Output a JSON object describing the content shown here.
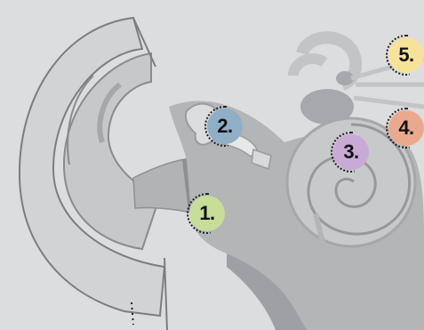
{
  "markers": [
    {
      "label": "1.",
      "color": "#c9dd9a"
    },
    {
      "label": "2.",
      "color": "#8fafc6"
    },
    {
      "label": "3.",
      "color": "#c9a9d6"
    },
    {
      "label": "4.",
      "color": "#eaa98e"
    },
    {
      "label": "5.",
      "color": "#f7e29c"
    }
  ]
}
